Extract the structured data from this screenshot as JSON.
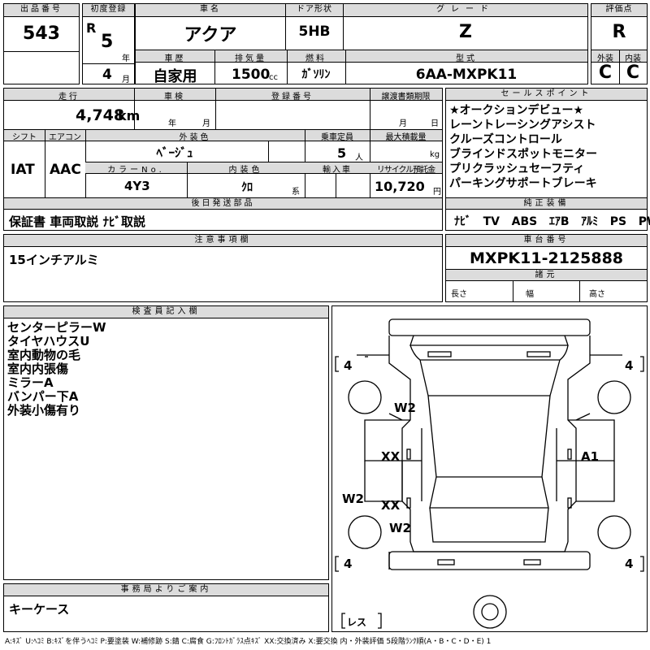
{
  "header": {
    "lot_label": "出品番号",
    "lot_no": "543",
    "first_reg_label": "初度登録",
    "era": "R",
    "reg_year": "5",
    "year_unit": "年",
    "reg_month": "4",
    "month_unit": "月",
    "car_name_label": "車名",
    "car_name": "アクア",
    "door_label": "ドア形状",
    "door": "5HB",
    "grade_label": "グレード",
    "grade": "Z",
    "score_label": "評価点",
    "score": "R",
    "history_label": "車歴",
    "history": "自家用",
    "displacement_label": "排気量",
    "displacement": "1500",
    "cc": "cc",
    "fuel_label": "燃料",
    "fuel": "ｶﾞｿﾘﾝ",
    "model_label": "型式",
    "model": "6AA-MXPK11",
    "ext_label": "外装",
    "ext_grade": "C",
    "int_label": "内装",
    "int_grade": "C"
  },
  "row2": {
    "mileage_label": "走行",
    "mileage": "4,748",
    "km": "km",
    "inspection_label": "車検",
    "year_unit": "年",
    "month_unit": "月",
    "reg_no_label": "登録番号",
    "transfer_label": "譲渡書類期限",
    "transfer_month": "月",
    "transfer_day": "日",
    "shift_label": "シフト",
    "shift": "IAT",
    "aircon_label": "エアコン",
    "aircon": "AAC",
    "color_label": "外装色",
    "color": "ﾍﾞｰｼﾞｭ",
    "capacity_label": "乗車定員",
    "capacity": "5",
    "capacity_unit": "人",
    "load_label": "最大積載量",
    "load_unit": "kg",
    "color_no_label": "カラーNo.",
    "color_no": "4Y3",
    "int_color_label": "内装色",
    "int_color": "ｸﾛ",
    "int_color_unit": "系",
    "import_label": "輸入車",
    "recycle_label": "リサイクル預託金",
    "recycle": "10,720",
    "yen": "円",
    "later_label": "後日発送部品",
    "later": "保証書 車両取説 ﾅﾋﾞ取説"
  },
  "sales": {
    "label": "セールスポイント",
    "items": [
      "★オークションデビュー★",
      "レーントレーシングアシスト",
      "クルーズコントロール",
      "ブラインドスポットモニター",
      "プリクラッシュセーフティ",
      "パーキングサポートブレーキ"
    ]
  },
  "equipment": {
    "label": "純正装備",
    "items": [
      "ﾅﾋﾞ",
      "TV",
      "ABS",
      "ｴｱB",
      "ｱﾙﾐ",
      "PS",
      "PW"
    ]
  },
  "notes": {
    "label": "注意事項欄",
    "text": "15インチアルミ"
  },
  "chassis": {
    "label": "車台番号",
    "number": "MXPK11-2125888",
    "spec_label": "諸元",
    "length": "長さ",
    "width": "幅",
    "height": "高さ"
  },
  "inspector": {
    "label": "検査員記入欄",
    "lines": [
      "センターピラーW",
      "タイヤハウスU",
      "室内動物の毛",
      "室内内張傷",
      "ミラーA",
      "バンパー下A",
      "外装小傷有り"
    ]
  },
  "diagram": {
    "tire_fl": "4",
    "tire_fr": "4",
    "tire_rl": "4",
    "tire_rr": "4",
    "spare": "レス",
    "marks": [
      "W2",
      "XX",
      "XX",
      "W2",
      "W2",
      "A1"
    ]
  },
  "office": {
    "label": "事務局よりご案内",
    "text": "キーケース"
  },
  "legend": "A:ｷｽﾞ U:ﾍｺﾐ B:ｷｽﾞを伴うﾍｺﾐ P:要塗装 W:補修跡 S:錆 C:腐食 G:ﾌﾛﾝﾄｶﾞﾗｽ点ｷｽﾞ XX:交換済み X:要交換 内・外装評価 5段階ﾗﾝｸ順(A・B・C・D・E) 1"
}
